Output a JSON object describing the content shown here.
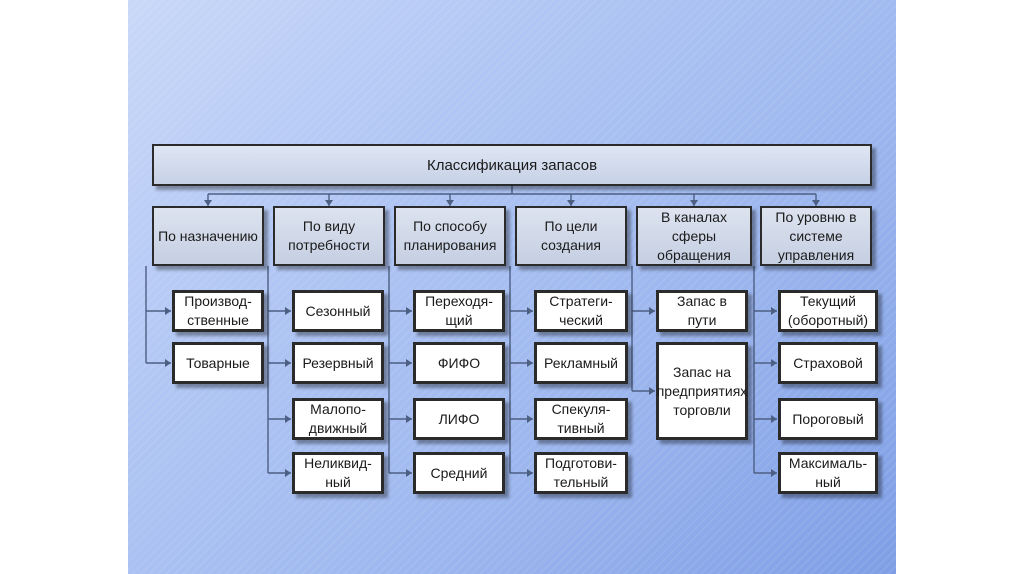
{
  "title": "Классификация запасов",
  "groups": [
    {
      "label": "По назначению",
      "items": [
        "Производ-ственные",
        "Товарные"
      ]
    },
    {
      "label": "По виду потребности",
      "items": [
        "Сезонный",
        "Резервный",
        "Малопо-движный",
        "Неликвид-ный"
      ]
    },
    {
      "label": "По способу планирования",
      "items": [
        "Переходя-щий",
        "ФИФО",
        "ЛИФО",
        "Средний"
      ]
    },
    {
      "label": "По цели создания",
      "items": [
        "Стратеги-ческий",
        "Рекламный",
        "Спекуля-тивный",
        "Подготови-тельный"
      ]
    },
    {
      "label": "В каналах сферы обращения",
      "items": [
        "Запас в пути",
        "Запас на предприятиях торговли"
      ]
    },
    {
      "label": "По уровню в системе управления",
      "items": [
        "Текущий (оборотный)",
        "Страховой",
        "Пороговый",
        "Максималь-ный"
      ]
    }
  ]
}
